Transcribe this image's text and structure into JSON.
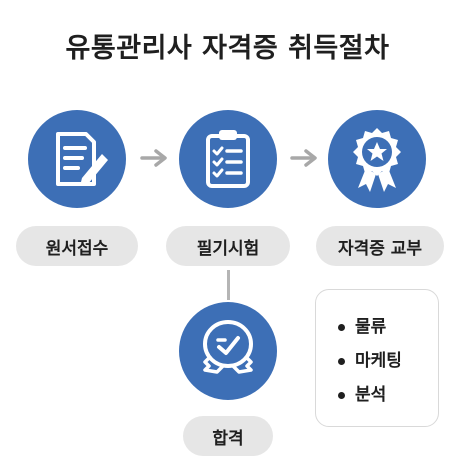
{
  "title": "유통관리사 자격증 취득절차",
  "steps": [
    {
      "label": "원서접수",
      "icon": "document-pencil-icon"
    },
    {
      "label": "필기시험",
      "icon": "clipboard-checklist-icon"
    },
    {
      "label": "자격증 교부",
      "icon": "award-ribbon-star-icon"
    }
  ],
  "result": {
    "label": "합격",
    "icon": "badge-check-icon"
  },
  "subjects": [
    "물류",
    "마케팅",
    "분석"
  ],
  "colors": {
    "accent": "#3d6fb6",
    "pill": "#e6e6e6",
    "arrow": "#a8a8a8",
    "text": "#1f1f1f"
  }
}
